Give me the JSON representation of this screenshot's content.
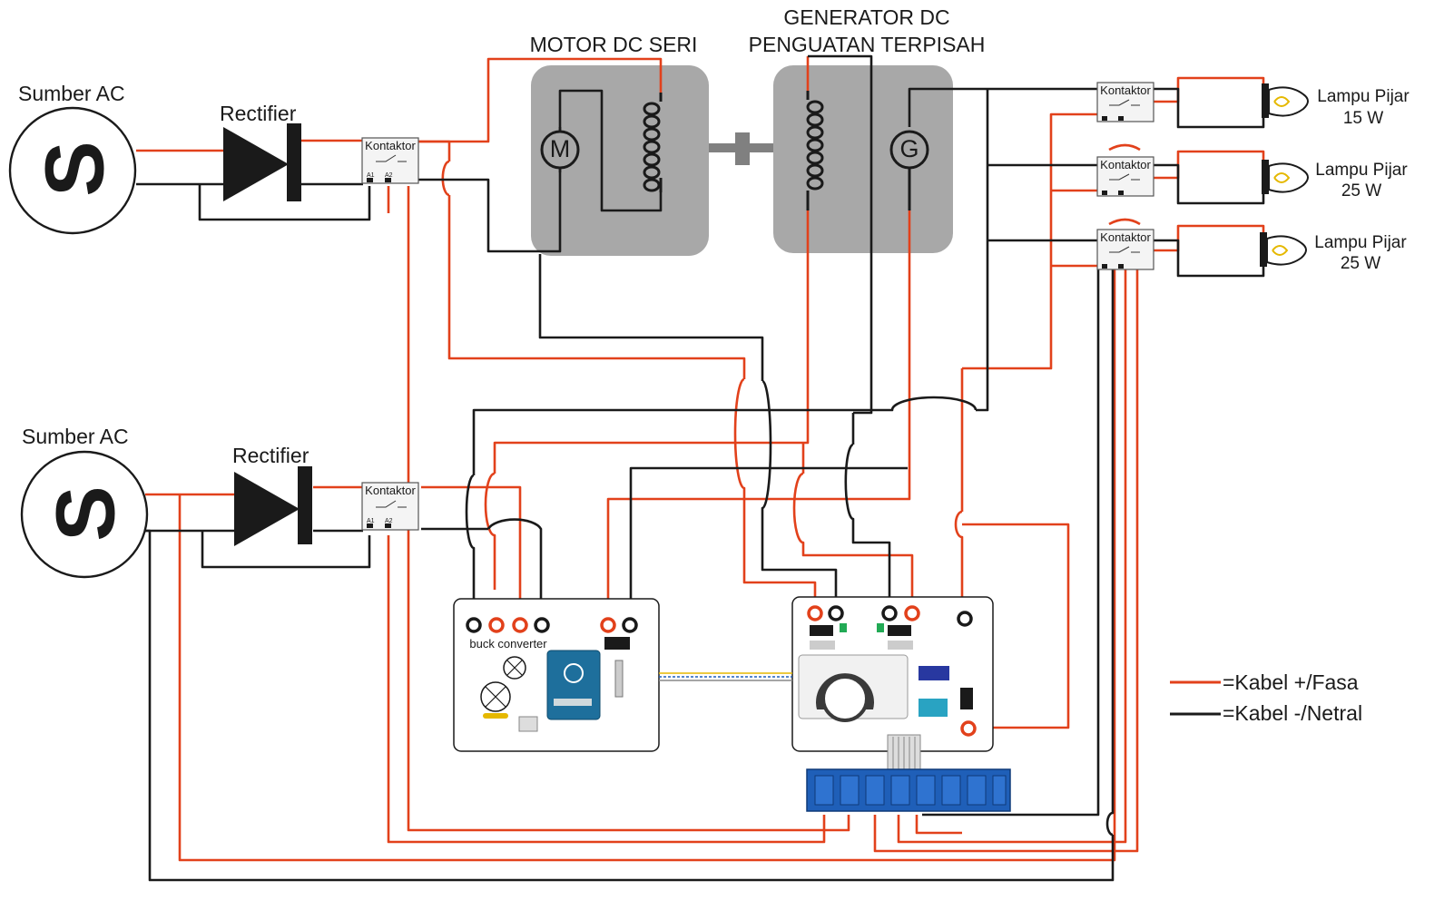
{
  "labels": {
    "source_top": "Sumber AC",
    "source_bottom": "Sumber AC",
    "source_symbol": "S",
    "rectifier_top": "Rectifier",
    "rectifier_bottom": "Rectifier",
    "contactor": "Kontaktor",
    "contact_a1": "A1",
    "contact_a2": "A2",
    "motor_title": "MOTOR DC SERI",
    "motor_symbol": "M",
    "generator_title_line1": "GENERATOR DC",
    "generator_title_line2": "PENGUATAN TERPISAH",
    "generator_symbol": "G",
    "buck_converter": "buck converter"
  },
  "lamps": [
    {
      "line1": "Lampu Pijar",
      "line2": "15 W"
    },
    {
      "line1": "Lampu Pijar",
      "line2": "25 W"
    },
    {
      "line1": "Lampu Pijar",
      "line2": "25 W"
    }
  ],
  "legend": {
    "positive": "=Kabel +/Fasa",
    "negative": "=Kabel -/Netral"
  },
  "colors": {
    "positive_wire": "#e2411b",
    "negative_wire": "#1a1a1a",
    "machine_box": "#a8a8a8",
    "relay_module": "#1f5fb8",
    "arduino": "#1e6f9c"
  }
}
